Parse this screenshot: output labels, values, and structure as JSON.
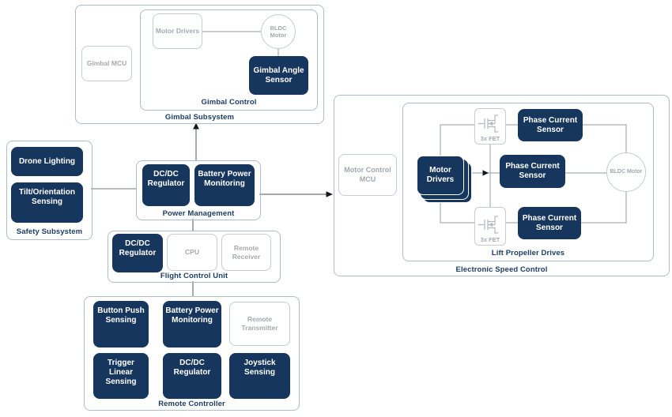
{
  "colors": {
    "navy": "#17365d",
    "container_border": "#afbdca",
    "gray_border": "#c8cdd2",
    "gray_text": "#a4a9ae",
    "label_text": "#1c3e66",
    "inner_line": "#a9aeb3",
    "connector_line": "#6f747a",
    "arrow": "#14171b",
    "text_on_navy": "#ffffff"
  },
  "gimbal": {
    "title": "Gimbal Subsystem",
    "control_title": "Gimbal Control",
    "mcu_label": "Gimbal MCU",
    "motor_drivers_label": "Motor Drivers",
    "bldc_label": "BLDC Motor",
    "angle_sensor_label": "Gimbal Angle Sensor"
  },
  "safety": {
    "title": "Safety Subsystem",
    "drone_lighting_label": "Drone Lighting",
    "tilt_label": "Tilt/Orientation Sensing"
  },
  "power": {
    "title": "Power Management",
    "dcdc_label": "DC/DC Regulator",
    "battery_label": "Battery Power Monitoring"
  },
  "flight": {
    "title": "Flight Control Unit",
    "dcdc_label": "DC/DC Regulator",
    "cpu_label": "CPU",
    "receiver_label": "Remote Receiver"
  },
  "remote": {
    "title": "Remote Controller",
    "button_label": "Button Push Sensing",
    "battery_label": "Battery Power Monitoring",
    "transmitter_label": "Remote Transmitter",
    "trigger_label": "Trigger Linear Sensing",
    "dcdc_label": "DC/DC Regulator",
    "joystick_label": "Joystick Sensing"
  },
  "esc": {
    "title": "Electronic Speed Control",
    "mcu_label": "Motor Control MCU",
    "lift_title": "Lift Propeller Drives",
    "fet_top_label": "3x FET",
    "fet_bottom_label": "3x FET",
    "motor_drivers_label": "Motor Drivers",
    "pcs_top_label": "Phase Current Sensor",
    "pcs_mid_label": "Phase Current Sensor",
    "pcs_bottom_label": "Phase Current Sensor",
    "bldc_label": "BLDC Motor"
  }
}
